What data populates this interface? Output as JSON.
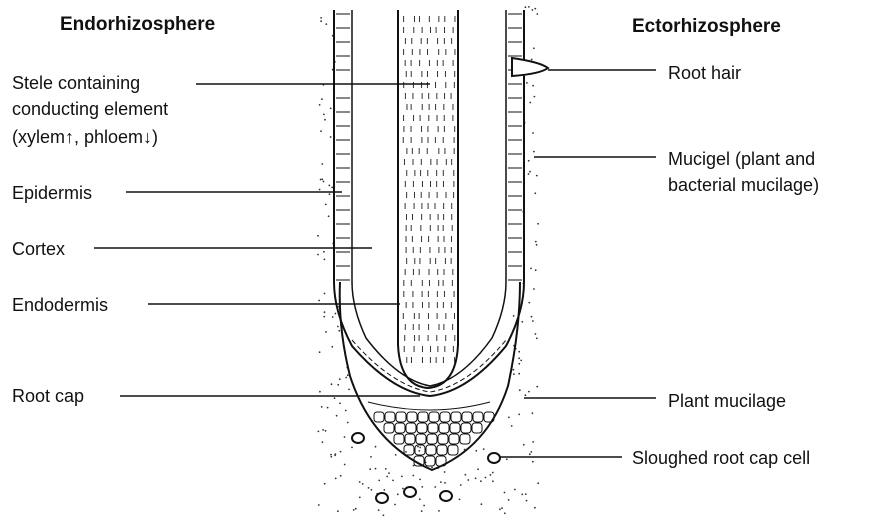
{
  "headers": {
    "left": "Endorhizosphere",
    "right": "Ectorhizosphere"
  },
  "labels": {
    "stele_line1": "Stele containing",
    "stele_line2": "conducting element",
    "stele_line3": "(xylem↑, phloem↓)",
    "epidermis": "Epidermis",
    "cortex": "Cortex",
    "endodermis": "Endodermis",
    "root_cap": "Root cap",
    "root_hair": "Root hair",
    "mucigel_line1": "Mucigel (plant and",
    "mucigel_line2": "bacterial mucilage)",
    "plant_mucilage": "Plant mucilage",
    "sloughed_cell": "Sloughed root cap cell"
  },
  "colors": {
    "ink": "#111111",
    "background": "#ffffff"
  }
}
